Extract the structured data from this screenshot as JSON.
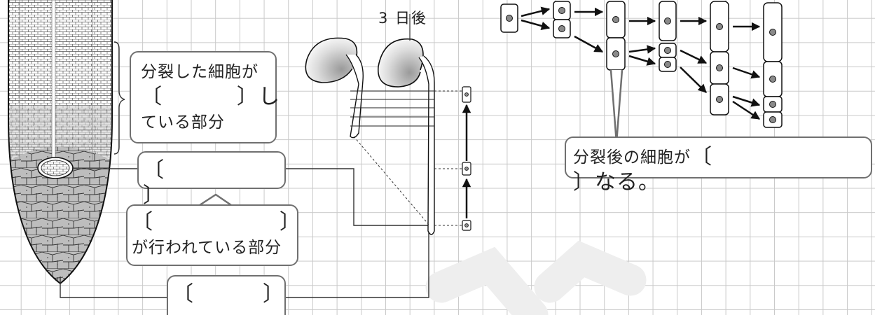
{
  "labels": {
    "day3": "3 日後",
    "divided_cells_box": {
      "line1": "分裂した細胞が",
      "line2_open": "〔",
      "line2_close": "〕し",
      "line3": "ている部分"
    },
    "tip_box": {
      "open": "〔",
      "close": "〕"
    },
    "division_box": {
      "open": "〔",
      "close": "〕",
      "line2": "が行われている部分"
    },
    "bottom_box": {
      "open": "〔",
      "close": "〕"
    },
    "after_division_box": {
      "text": "分裂後の細胞が",
      "open": "〔",
      "close": "〕なる。"
    }
  },
  "colors": {
    "grid": "#c9c9c9",
    "box_border": "#707070",
    "cell_nucleus": "#8a8a8a",
    "watermark": "#eeeeee"
  }
}
